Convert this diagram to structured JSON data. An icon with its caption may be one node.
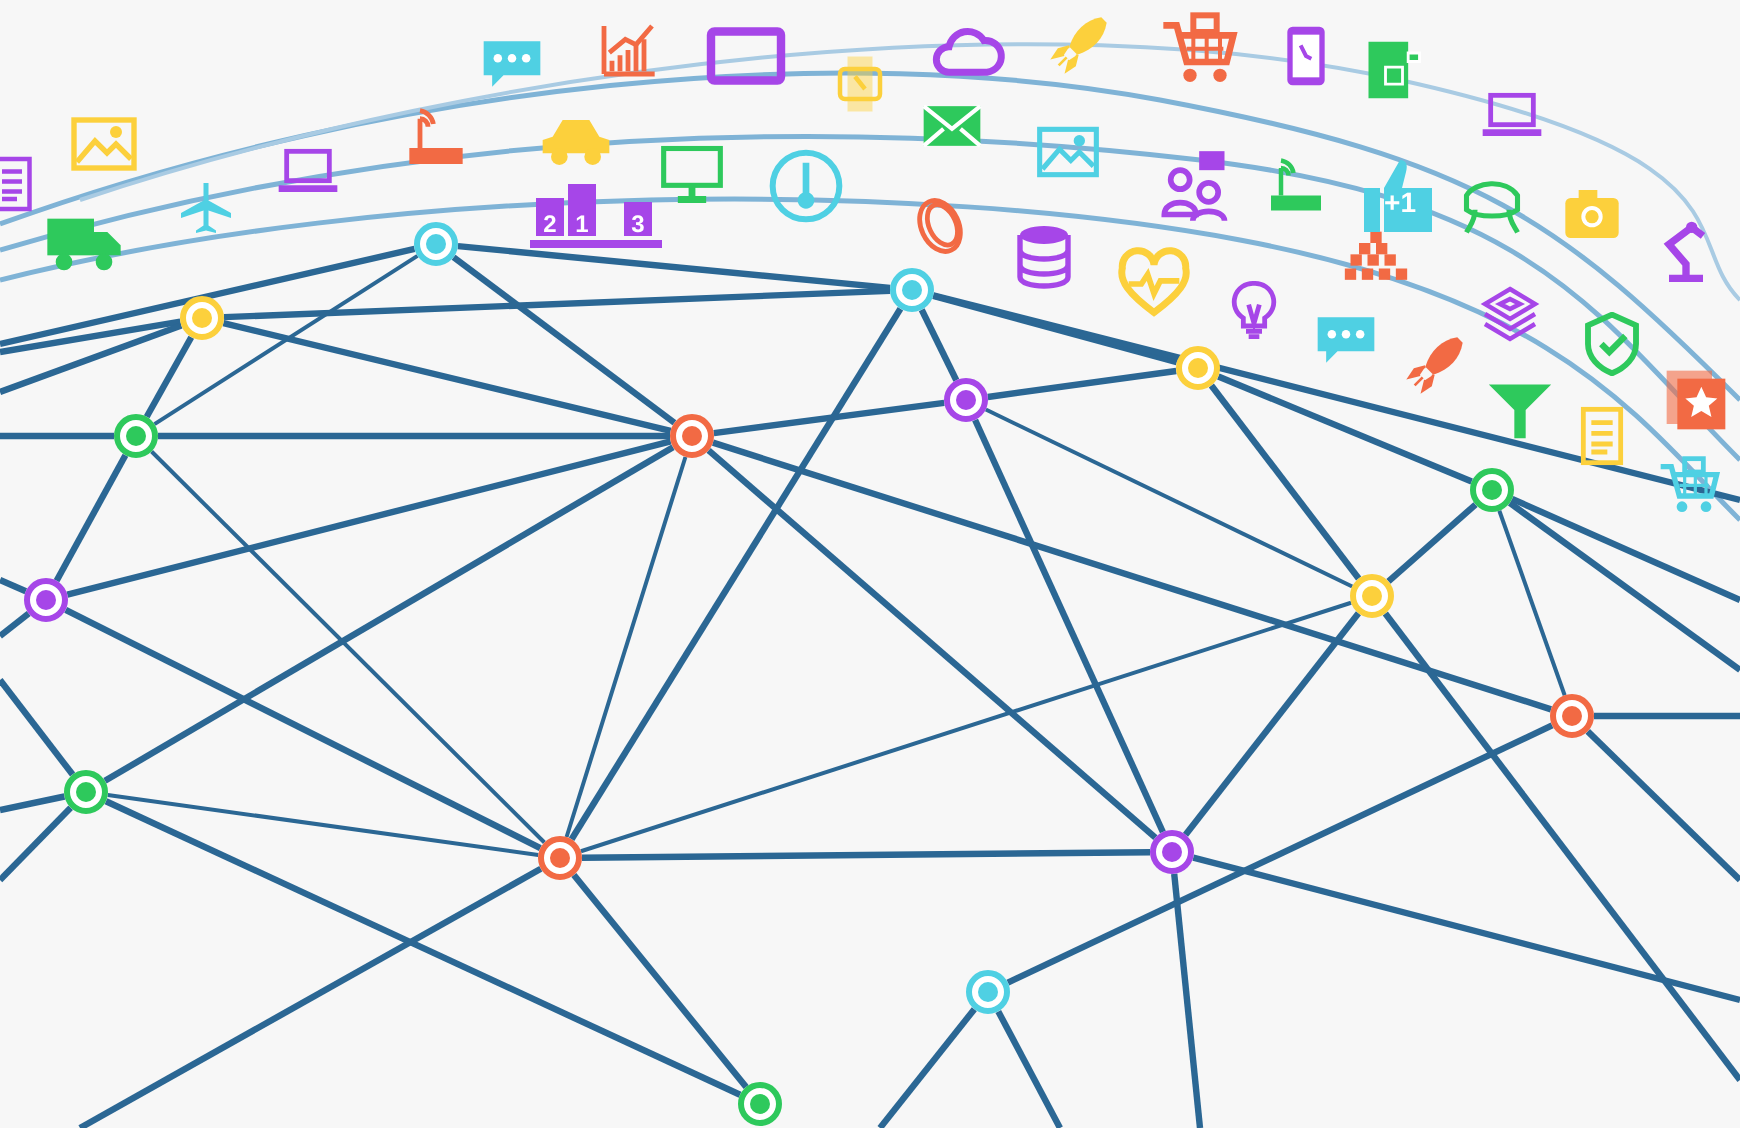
{
  "diagram": {
    "nodes": [
      {
        "text": [],
        "shape": "circle"
      },
      {
        "text": [],
        "shape": "circle"
      },
      {
        "text": [],
        "shape": "circle"
      },
      {
        "text": [],
        "shape": "circle"
      },
      {
        "text": [],
        "shape": "circle"
      },
      {
        "text": [],
        "shape": "circle"
      },
      {
        "text": [],
        "shape": "circle"
      },
      {
        "text": [],
        "shape": "circle"
      },
      {
        "text": [],
        "shape": "circle"
      },
      {
        "text": [],
        "shape": "circle"
      },
      {
        "text": [],
        "shape": "circle"
      },
      {
        "text": [],
        "shape": "circle"
      },
      {
        "text": [],
        "shape": "circle"
      },
      {
        "text": [],
        "shape": "circle"
      },
      {
        "text": [],
        "shape": "circle"
      },
      {
        "text": [],
        "shape": "circle"
      }
    ],
    "edges": [
      {
        "from": 0,
        "to": 1,
        "arrow": "none"
      },
      {
        "from": 0,
        "to": 4,
        "arrow": "none"
      },
      {
        "from": 0,
        "to": 6,
        "arrow": "none"
      },
      {
        "from": 2,
        "to": 1,
        "arrow": "none"
      },
      {
        "from": 2,
        "to": 6,
        "arrow": "none"
      },
      {
        "from": 2,
        "to": 4,
        "arrow": "none"
      },
      {
        "from": 6,
        "to": 4,
        "arrow": "none"
      },
      {
        "from": 6,
        "to": 8,
        "arrow": "none"
      },
      {
        "from": 6,
        "to": 12,
        "arrow": "none"
      },
      {
        "from": 8,
        "to": 4,
        "arrow": "none"
      },
      {
        "from": 8,
        "to": 12,
        "arrow": "none"
      },
      {
        "from": 11,
        "to": 4,
        "arrow": "none"
      },
      {
        "from": 11,
        "to": 12,
        "arrow": "none"
      },
      {
        "from": 11,
        "to": 15,
        "arrow": "none"
      },
      {
        "from": 12,
        "to": 4,
        "arrow": "none"
      },
      {
        "from": 12,
        "to": 1,
        "arrow": "none"
      },
      {
        "from": 4,
        "to": 3,
        "arrow": "none"
      },
      {
        "from": 1,
        "to": 3,
        "arrow": "none"
      },
      {
        "from": 1,
        "to": 5,
        "arrow": "none"
      },
      {
        "from": 3,
        "to": 5,
        "arrow": "none"
      },
      {
        "from": 3,
        "to": 9,
        "arrow": "none"
      },
      {
        "from": 3,
        "to": 13,
        "arrow": "none"
      },
      {
        "from": 5,
        "to": 9,
        "arrow": "none"
      },
      {
        "from": 5,
        "to": 7,
        "arrow": "none"
      },
      {
        "from": 9,
        "to": 7,
        "arrow": "none"
      },
      {
        "from": 7,
        "to": 10,
        "arrow": "none"
      },
      {
        "from": 9,
        "to": 13,
        "arrow": "none"
      },
      {
        "from": 14,
        "to": 10,
        "arrow": "none"
      },
      {
        "from": 12,
        "to": 13,
        "arrow": "none"
      },
      {
        "from": 12,
        "to": 15,
        "arrow": "none"
      },
      {
        "from": 12,
        "to": 9,
        "arrow": "none"
      },
      {
        "from": 4,
        "to": 13,
        "arrow": "none"
      },
      {
        "from": 4,
        "to": 10,
        "arrow": "none"
      },
      {
        "from": 2,
        "to": null,
        "arrow": "none"
      },
      {
        "from": 2,
        "to": null,
        "arrow": "none"
      },
      {
        "from": 0,
        "to": null,
        "arrow": "none"
      },
      {
        "from": 6,
        "to": null,
        "arrow": "none"
      },
      {
        "from": 8,
        "to": null,
        "arrow": "none"
      },
      {
        "from": 8,
        "to": null,
        "arrow": "none"
      },
      {
        "from": 11,
        "to": null,
        "arrow": "none"
      },
      {
        "from": 11,
        "to": null,
        "arrow": "none"
      },
      {
        "from": 11,
        "to": null,
        "arrow": "none"
      },
      {
        "from": 12,
        "to": null,
        "arrow": "none"
      },
      {
        "from": 14,
        "to": null,
        "arrow": "none"
      },
      {
        "from": 14,
        "to": null,
        "arrow": "none"
      },
      {
        "from": 13,
        "to": null,
        "arrow": "none"
      },
      {
        "from": 13,
        "to": null,
        "arrow": "none"
      },
      {
        "from": 10,
        "to": null,
        "arrow": "none"
      },
      {
        "from": 10,
        "to": null,
        "arrow": "none"
      },
      {
        "from": 7,
        "to": null,
        "arrow": "none"
      },
      {
        "from": 7,
        "to": null,
        "arrow": "none"
      },
      {
        "from": 9,
        "to": null,
        "arrow": "none"
      },
      {
        "from": 1,
        "to": null,
        "arrow": "none"
      }
    ],
    "labels": [
      "2",
      "1",
      "3",
      "+1"
    ]
  }
}
